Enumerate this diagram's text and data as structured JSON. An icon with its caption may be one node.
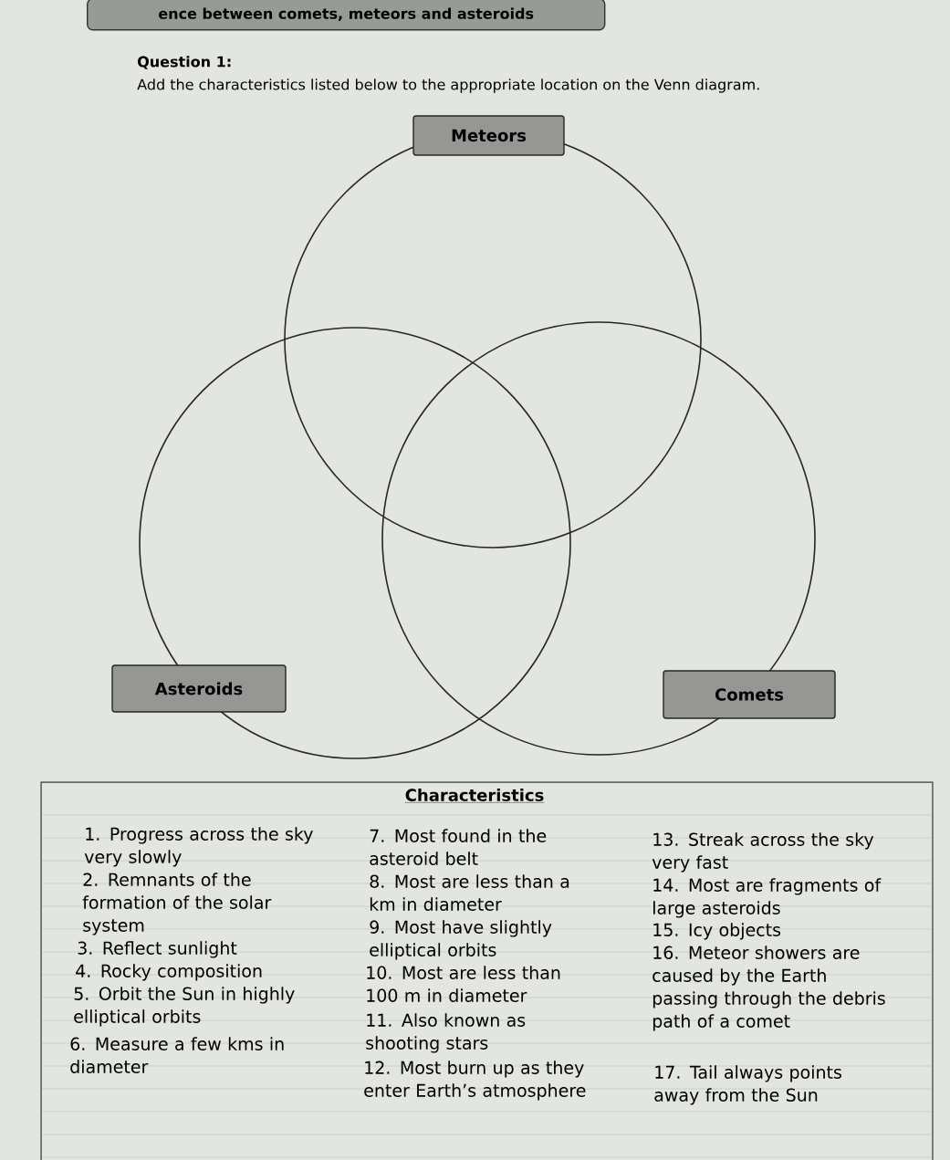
{
  "diagram": {
    "title": "ence between comets, meteors and asteroids",
    "nodes": [
      {
        "text": [
          "Meteors"
        ]
      },
      {
        "text": [
          "Asteroids"
        ]
      },
      {
        "text": [
          "Comets"
        ]
      }
    ],
    "labels": [
      "Question 1:",
      "Add the characteristics listed below to the appropriate location on the Venn diagram.",
      "Characteristics",
      "1. Progress across the sky very slowly",
      "2. Remnants of the formation of the solar system",
      "3. Reflect sunlight",
      "4. Rocky composition",
      "5. Orbit the Sun in highly elliptical orbits",
      "6. Measure a few kms in diameter",
      "7. Most found in the asteroid belt",
      "8. Most are less than a km in diameter",
      "9. Most have slightly elliptical orbits",
      "10. Most are less than 100 m in diameter",
      "11. Also known as shooting stars",
      "12. Most burn up as they enter Earth’s atmosphere",
      "13. Streak across the sky very fast",
      "14. Most are fragments of large asteroids",
      "15. Icy objects",
      "16. Meteor showers are caused by the Earth passing through the debris path of a comet",
      "17. Tail always points away from the Sun"
    ]
  }
}
